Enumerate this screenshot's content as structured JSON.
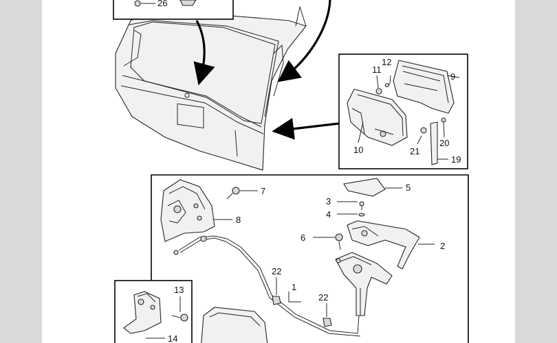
{
  "callouts": {
    "n1": "1",
    "n2": "2",
    "n3": "3",
    "n4": "4",
    "n5": "5",
    "n6": "6",
    "n7": "7",
    "n8": "8",
    "n9": "9",
    "n10": "10",
    "n11": "11",
    "n12": "12",
    "n13": "13",
    "n14": "14",
    "n19": "19",
    "n20": "20",
    "n21": "21",
    "n22a": "22",
    "n22b": "22",
    "n26": "26"
  }
}
